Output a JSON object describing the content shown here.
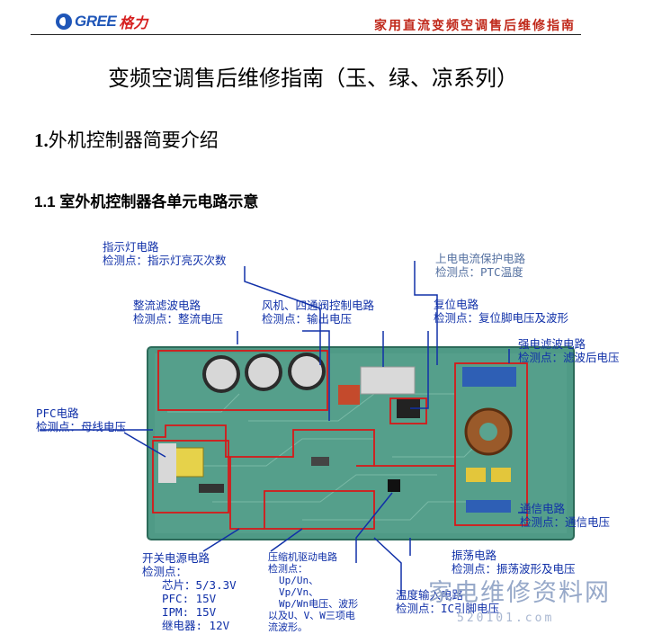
{
  "header": {
    "logo_text": "GREE",
    "logo_cn": "格力",
    "doc_title": "家用直流变频空调售后维修指南"
  },
  "title": "变频空调售后维修指南（玉、绿、凉系列）",
  "section1": {
    "num": "1.",
    "text": "外机控制器简要介绍"
  },
  "section11": "1.1 室外机控制器各单元电路示意",
  "labels": {
    "indicator": [
      "指示灯电路",
      "检测点：指示灯亮灭次数"
    ],
    "rectifier": [
      "整流滤波电路",
      "检测点：整流电压"
    ],
    "fan_valve": [
      "风机、四通阀控制电路",
      "检测点：输出电压"
    ],
    "power_protect": [
      "上电电流保护电路",
      "检测点：PTC温度"
    ],
    "reset": [
      "复位电路",
      "检测点：复位脚电压及波形"
    ],
    "emi": [
      "强电滤波电路",
      "检测点：滤波后电压"
    ],
    "pfc": [
      "PFC电路",
      "检测点：母线电压"
    ],
    "comm": [
      "通信电路",
      "检测点：通信电压"
    ],
    "smps": [
      "开关电源电路",
      "检测点：",
      "芯片：5/3.3V",
      "PFC: 15V",
      "IPM: 15V",
      "继电器: 12V"
    ],
    "compressor": [
      "压缩机驱动电路",
      "检测点：",
      "Up/Un、",
      "Vp/Vn、",
      "Wp/Wn电压、波形",
      "以及U、V、W三项电",
      "流波形。"
    ],
    "oscillator": [
      "振荡电路",
      "检测点：振荡波形及电压"
    ],
    "temp_input": [
      "温度输入电路",
      "检测点：IC引脚电压"
    ]
  },
  "watermark": {
    "text": "家电维修资料网",
    "url": "520101.com"
  },
  "colors": {
    "label": "#1030a8",
    "header_title": "#c0281a",
    "logo": "#1f56b8",
    "board": "#4f9a86",
    "outline": "#d81818"
  }
}
